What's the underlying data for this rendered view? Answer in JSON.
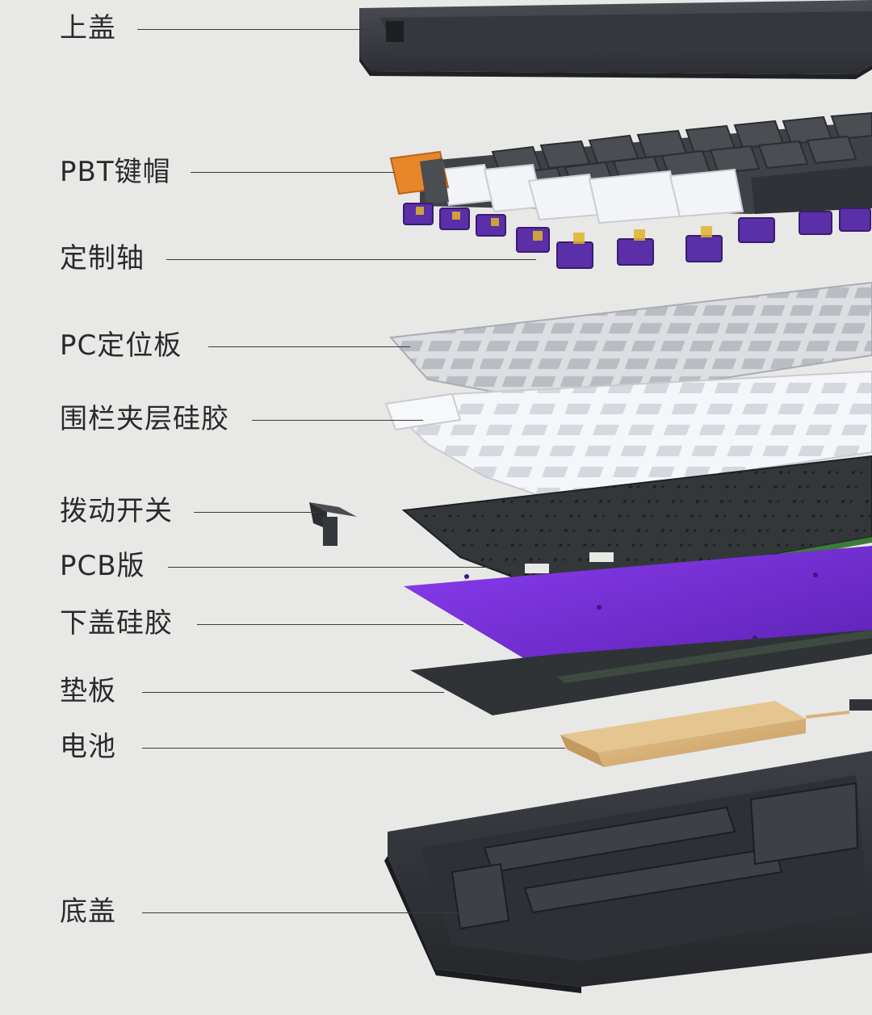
{
  "labels": {
    "top_cover": "上盖",
    "pbt_keycaps": "PBT键帽",
    "custom_switches": "定制轴",
    "pc_plate": "PC定位板",
    "fence_silicone": "围栏夹层硅胶",
    "toggle_switch": "拨动开关",
    "pcb": "PCB版",
    "bottom_silicone": "下盖硅胶",
    "pad": "垫板",
    "battery": "电池",
    "bottom_cover": "底盖"
  },
  "colors": {
    "background": "#e8e8e6",
    "case_dark": "#3a3d42",
    "keycap_white": "#f3f4f7",
    "keycap_dark": "#45484d",
    "keycap_orange": "#e8862a",
    "switch_purple": "#5b2fa8",
    "plate_light": "#d8dade",
    "silicone_white": "#f4f5f8",
    "pcb_dark": "#34383a",
    "purple_silicone": "#7a2fd6",
    "pad_dark": "#2f3336",
    "battery_gold": "#d8b27a"
  }
}
